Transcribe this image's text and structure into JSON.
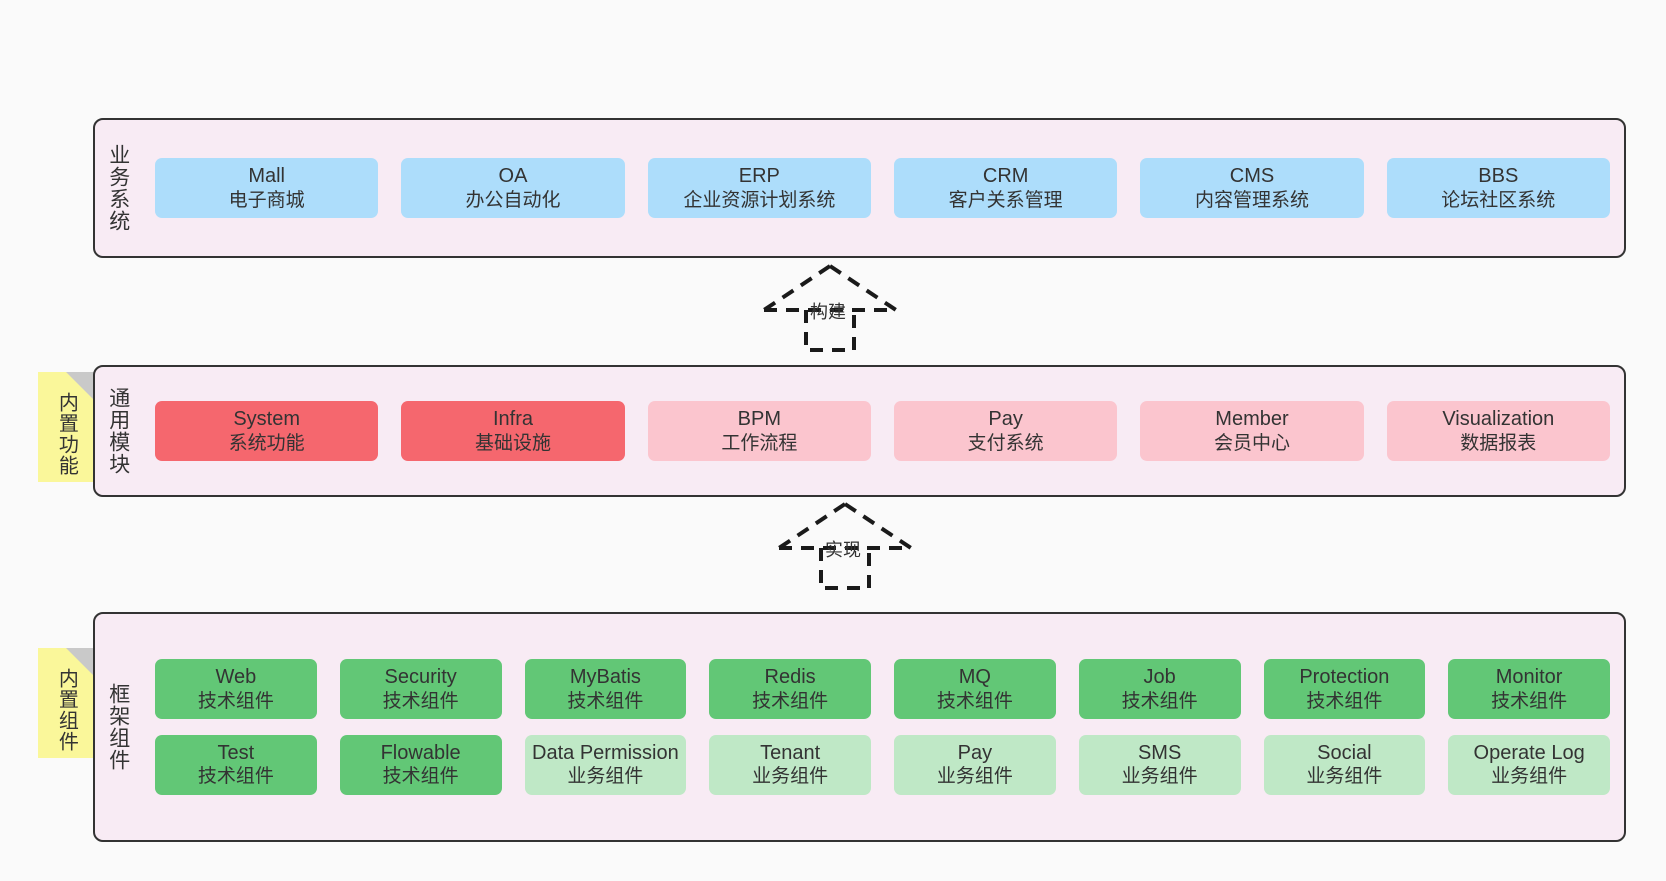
{
  "diagram": {
    "background_color": "#FAFAFA",
    "panel_color": "#F8EBF4",
    "note_color": "#FAF79A",
    "colors": {
      "business": "#ADDDFB",
      "module_core": "#F5676E",
      "module_other": "#FBC5CE",
      "tech_component": "#62C776",
      "biz_component": "#BFE8C6"
    }
  },
  "layers": {
    "business": {
      "title": "业务系统",
      "items": [
        {
          "name": "Mall",
          "desc": "电子商城"
        },
        {
          "name": "OA",
          "desc": "办公自动化"
        },
        {
          "name": "ERP",
          "desc": "企业资源计划系统"
        },
        {
          "name": "CRM",
          "desc": "客户关系管理"
        },
        {
          "name": "CMS",
          "desc": "内容管理系统"
        },
        {
          "name": "BBS",
          "desc": "论坛社区系统"
        }
      ]
    },
    "modules": {
      "title": "通用模块",
      "note": "内置功能",
      "items": [
        {
          "name": "System",
          "desc": "系统功能",
          "style": "c-red"
        },
        {
          "name": "Infra",
          "desc": "基础设施",
          "style": "c-red"
        },
        {
          "name": "BPM",
          "desc": "工作流程",
          "style": "c-pink"
        },
        {
          "name": "Pay",
          "desc": "支付系统",
          "style": "c-pink"
        },
        {
          "name": "Member",
          "desc": "会员中心",
          "style": "c-pink"
        },
        {
          "name": "Visualization",
          "desc": "数据报表",
          "style": "c-pink"
        }
      ]
    },
    "framework": {
      "title": "框架组件",
      "note": "内置组件",
      "row1": [
        {
          "name": "Web",
          "desc": "技术组件",
          "style": "c-green"
        },
        {
          "name": "Security",
          "desc": "技术组件",
          "style": "c-green"
        },
        {
          "name": "MyBatis",
          "desc": "技术组件",
          "style": "c-green"
        },
        {
          "name": "Redis",
          "desc": "技术组件",
          "style": "c-green"
        },
        {
          "name": "MQ",
          "desc": "技术组件",
          "style": "c-green"
        },
        {
          "name": "Job",
          "desc": "技术组件",
          "style": "c-green"
        },
        {
          "name": "Protection",
          "desc": "技术组件",
          "style": "c-green"
        },
        {
          "name": "Monitor",
          "desc": "技术组件",
          "style": "c-green"
        }
      ],
      "row2": [
        {
          "name": "Test",
          "desc": "技术组件",
          "style": "c-green"
        },
        {
          "name": "Flowable",
          "desc": "技术组件",
          "style": "c-green"
        },
        {
          "name": "Data Permission",
          "desc": "业务组件",
          "style": "c-lightgreen"
        },
        {
          "name": "Tenant",
          "desc": "业务组件",
          "style": "c-lightgreen"
        },
        {
          "name": "Pay",
          "desc": "业务组件",
          "style": "c-lightgreen"
        },
        {
          "name": "SMS",
          "desc": "业务组件",
          "style": "c-lightgreen"
        },
        {
          "name": "Social",
          "desc": "业务组件",
          "style": "c-lightgreen"
        },
        {
          "name": "Operate Log",
          "desc": "业务组件",
          "style": "c-lightgreen"
        }
      ]
    }
  },
  "connectors": [
    {
      "label": "构建",
      "direction": "up"
    },
    {
      "label": "实现",
      "direction": "up"
    }
  ]
}
